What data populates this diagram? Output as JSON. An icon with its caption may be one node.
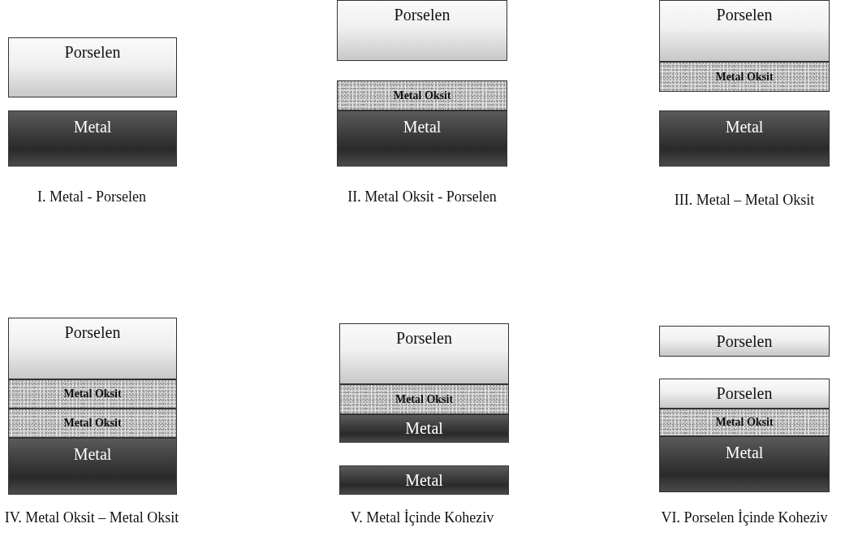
{
  "diagram": {
    "nodes": [
      {
        "text": [
          "Porselen"
        ]
      },
      {
        "text": [
          "Metal"
        ]
      },
      {
        "text": [
          "Porselen"
        ]
      },
      {
        "text": [
          "Metal Oksit"
        ]
      },
      {
        "text": [
          "Metal"
        ]
      },
      {
        "text": [
          "Porselen"
        ]
      },
      {
        "text": [
          "Metal Oksit"
        ]
      },
      {
        "text": [
          "Metal"
        ]
      },
      {
        "text": [
          "Porselen"
        ]
      },
      {
        "text": [
          "Metal Oksit"
        ]
      },
      {
        "text": [
          "Metal Oksit"
        ]
      },
      {
        "text": [
          "Metal"
        ]
      },
      {
        "text": [
          "Porselen"
        ]
      },
      {
        "text": [
          "Metal Oksit"
        ]
      },
      {
        "text": [
          "Metal"
        ]
      },
      {
        "text": [
          "Metal"
        ]
      },
      {
        "text": [
          "Porselen"
        ]
      },
      {
        "text": [
          "Porselen"
        ]
      },
      {
        "text": [
          "Metal Oksit"
        ]
      },
      {
        "text": [
          "Metal"
        ]
      }
    ],
    "labels": [
      "I. Metal - Porselen",
      "II. Metal Oksit - Porselen",
      "III. Metal – Metal Oksit",
      "IV. Metal Oksit – Metal Oksit",
      "V. Metal İçinde Koheziv",
      "VI. Porselen İçinde Koheziv"
    ]
  }
}
